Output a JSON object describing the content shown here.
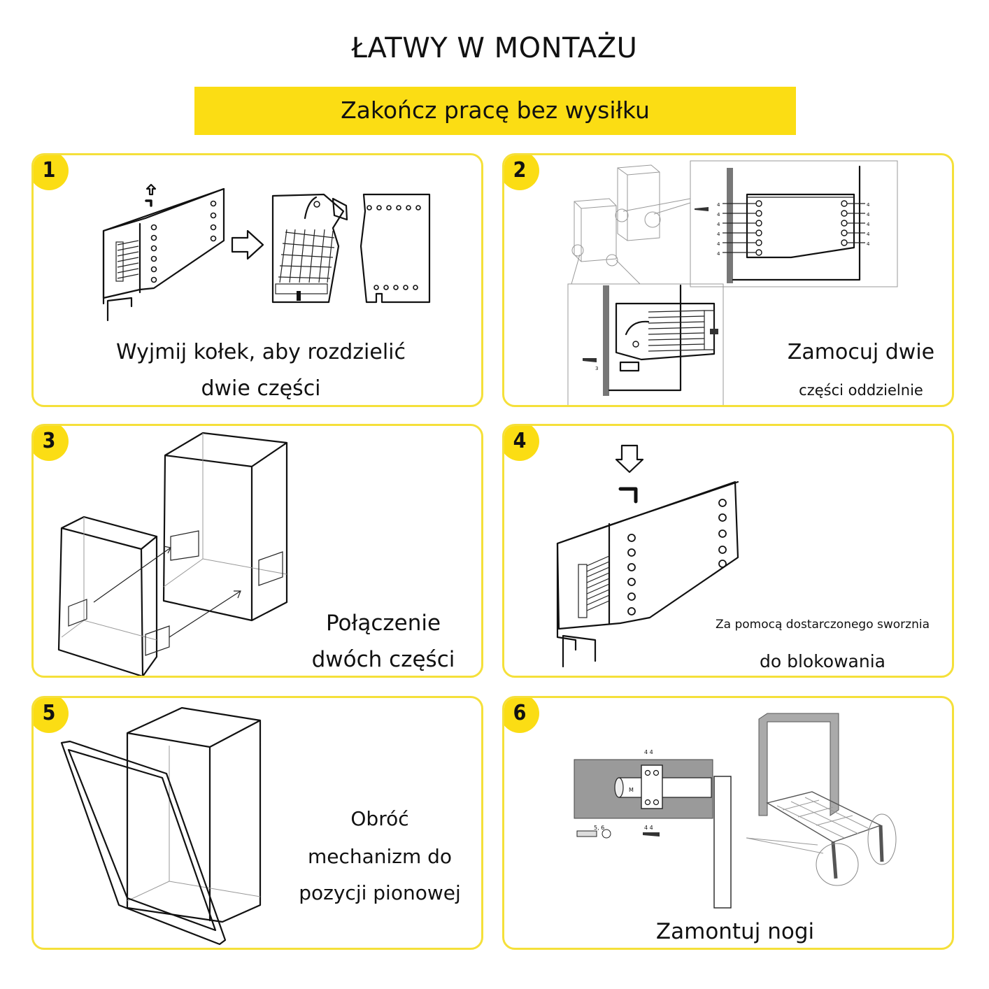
{
  "header": {
    "title": "ŁATWY W MONTAŻU",
    "banner": "Zakończ pracę bez wysiłku"
  },
  "colors": {
    "accent": "#fbdd14",
    "border": "#f5e03a"
  },
  "steps": [
    {
      "number": "1",
      "line1": "Wyjmij kołek, aby rozdzielić",
      "line2": "dwie części"
    },
    {
      "number": "2",
      "line1": "Zamocuj dwie",
      "line2": "części oddzielnie"
    },
    {
      "number": "3",
      "line1": "Połączenie",
      "line2": "dwóch części"
    },
    {
      "number": "4",
      "line1": "Za pomocą dostarczonego sworznia",
      "line2": "do blokowania"
    },
    {
      "number": "5",
      "line1": "Obróć",
      "line2": "mechanizm do",
      "line3": "pozycji pionowej"
    },
    {
      "number": "6",
      "line1": "Zamontuj nogi"
    }
  ],
  "labels": {
    "s2_four": "4",
    "s2_three": "3",
    "s6_four_four": "4  4",
    "s6_five_six": "5, 6",
    "s6_m": "M"
  }
}
